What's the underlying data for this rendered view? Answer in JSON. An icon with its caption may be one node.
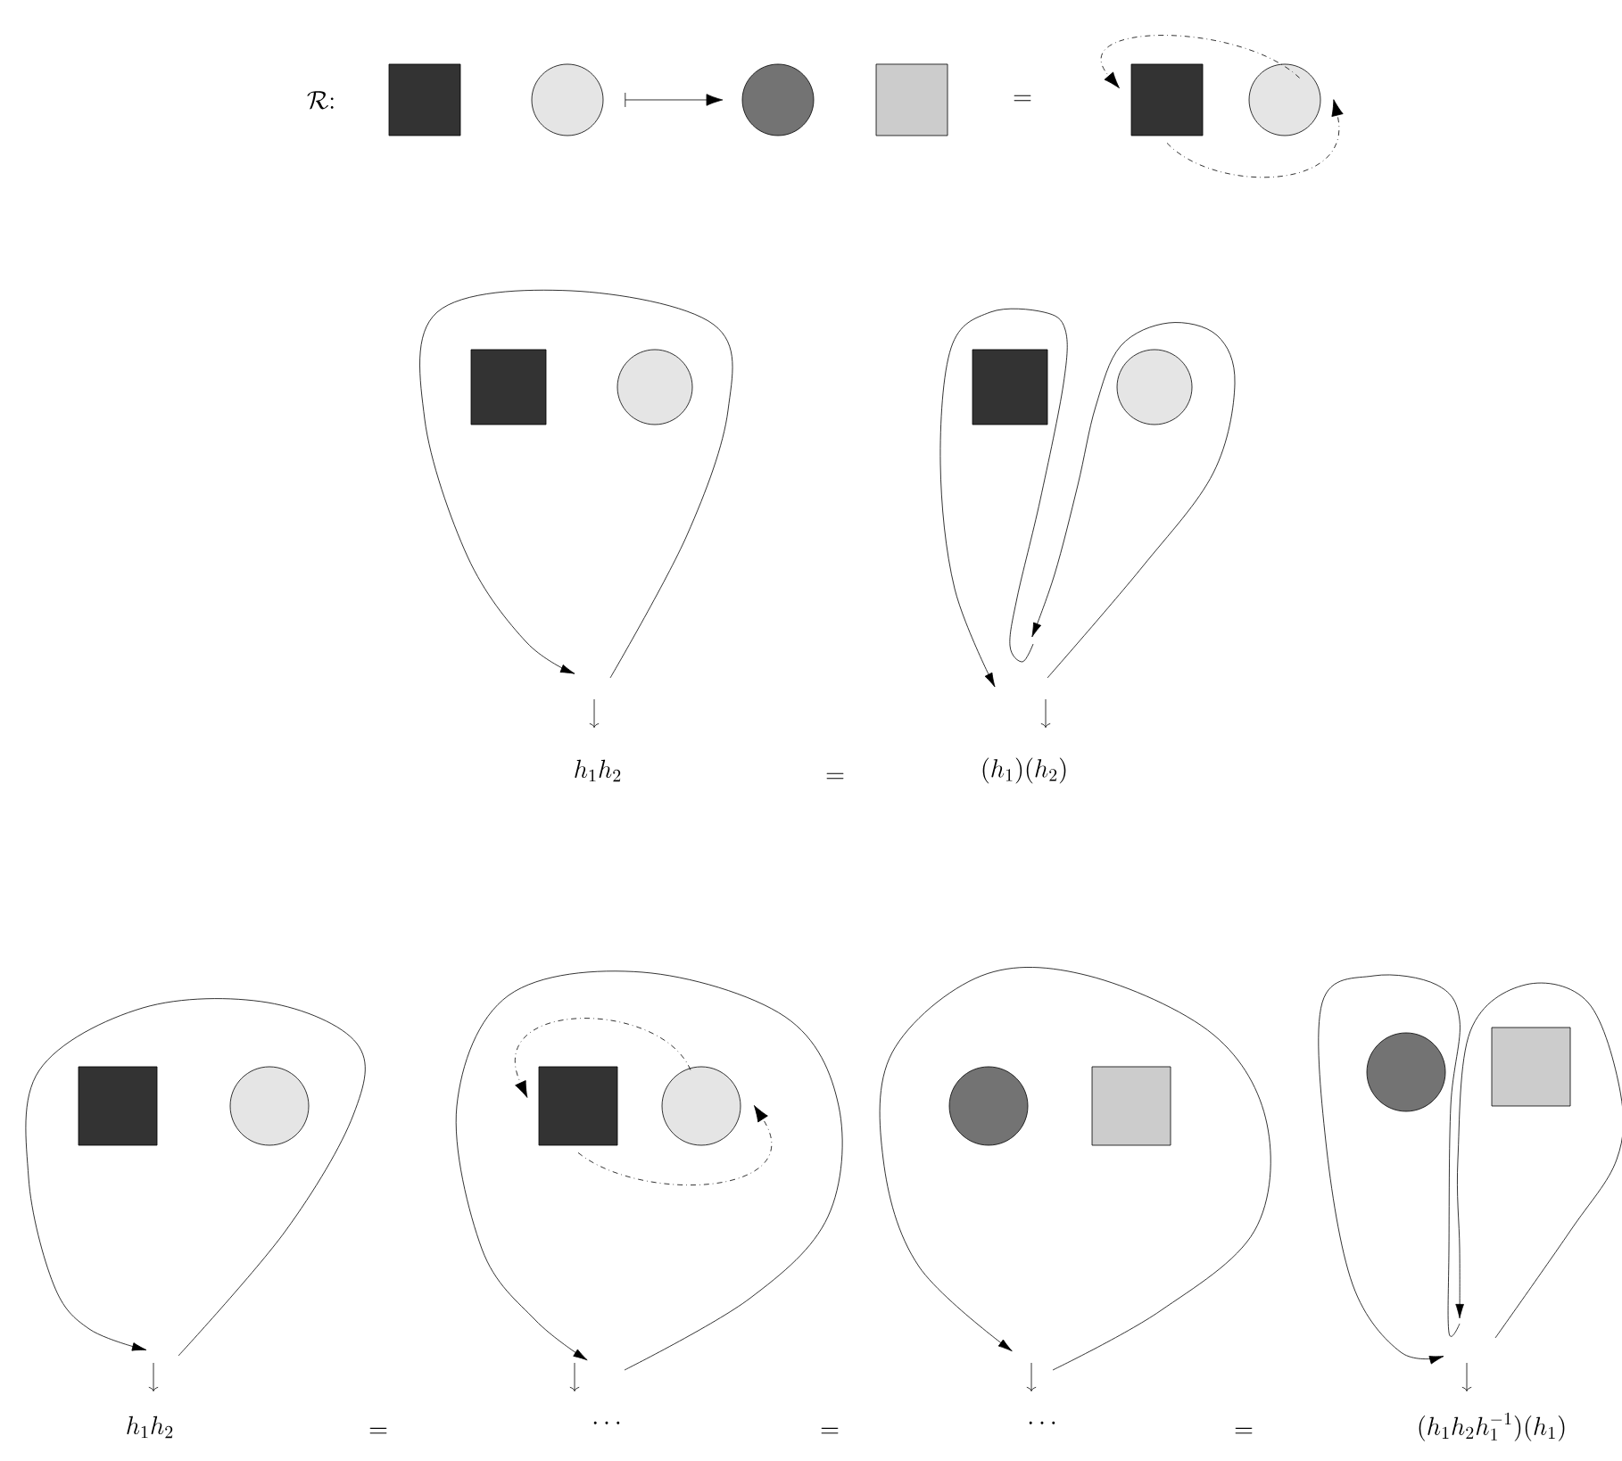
{
  "diagram": {
    "nodes": [
      {
        "text": [],
        "shape": "box"
      },
      {
        "text": [],
        "shape": "circle"
      },
      {
        "text": [],
        "shape": "circle"
      },
      {
        "text": [],
        "shape": "box"
      },
      {
        "text": [],
        "shape": "box"
      },
      {
        "text": [],
        "shape": "circle"
      },
      {
        "text": [],
        "shape": "box"
      },
      {
        "text": [],
        "shape": "circle"
      },
      {
        "text": [],
        "shape": "box"
      },
      {
        "text": [],
        "shape": "circle"
      },
      {
        "text": [],
        "shape": "box"
      },
      {
        "text": [],
        "shape": "circle"
      },
      {
        "text": [],
        "shape": "box"
      },
      {
        "text": [],
        "shape": "circle"
      },
      {
        "text": [],
        "shape": "circle"
      },
      {
        "text": [],
        "shape": "box"
      },
      {
        "text": [],
        "shape": "circle"
      },
      {
        "text": [],
        "shape": "box"
      }
    ],
    "edges": [
      {
        "from": 1,
        "to": 2,
        "arrow": "to"
      },
      {
        "from": 5,
        "to": 4,
        "arrow": "to",
        "style": "dashed"
      },
      {
        "from": 4,
        "to": 5,
        "arrow": "to",
        "style": "dashed"
      },
      {
        "from": 13,
        "to": 12,
        "arrow": "to",
        "style": "dashed"
      },
      {
        "from": 12,
        "to": 13,
        "arrow": "to",
        "style": "dashed"
      }
    ],
    "labels": [
      "\\mathcal{R}\\colon",
      "=",
      "h_1h_2",
      "=",
      "(h_1)(h_2)",
      "h_1h_2",
      "=",
      "\\cdots",
      "=",
      "\\cdots",
      "=",
      "(h_1h_2h_1^{-1})(h_1)"
    ]
  }
}
